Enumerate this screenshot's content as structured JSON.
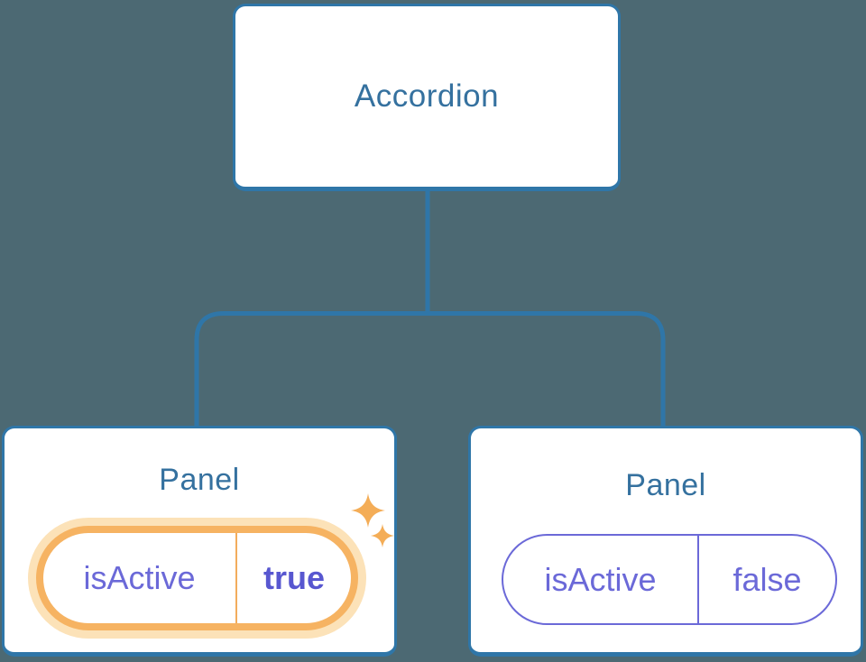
{
  "diagram": {
    "title_hint": "component tree: Accordion parent passing isActive state to two Panel children",
    "root": {
      "label": "Accordion"
    },
    "panels": [
      {
        "label": "Panel",
        "state_key": "isActive",
        "state_value": "true",
        "highlighted": true,
        "sparkles": true
      },
      {
        "label": "Panel",
        "state_key": "isActive",
        "state_value": "false",
        "highlighted": false,
        "sparkles": false
      }
    ]
  },
  "icons": {
    "sparkle": "✦"
  },
  "colors": {
    "background": "#4C6973",
    "node_border": "#2F76A8",
    "node_text": "#35719F",
    "connector": "#2F76A8",
    "state_purple": "#6B69D8",
    "state_value_active": "#5857D0",
    "highlight_orange": "#F6B362",
    "highlight_glow": "#FCE2B8",
    "highlight_divider": "#F2AC5C",
    "sparkle": "#F4AD57",
    "node_fill": "#FFFFFF"
  }
}
